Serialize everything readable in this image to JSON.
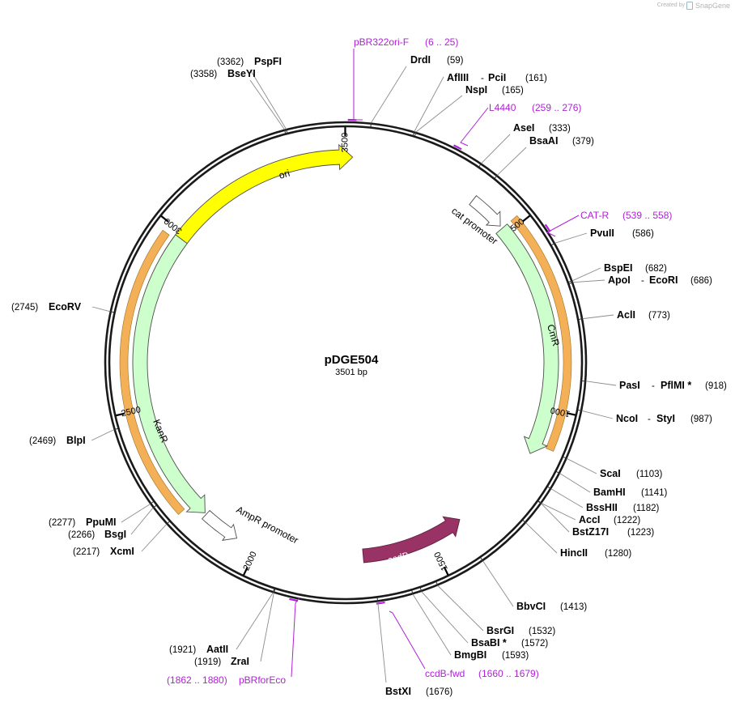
{
  "watermark": {
    "created_by": "Created by",
    "brand": "SnapGene"
  },
  "map": {
    "title": "pDGE504",
    "subtitle": "3501 bp",
    "total_bp": 3501,
    "colors": {
      "ring": "#1a1a1a",
      "primer": "#b021d8",
      "cds_green": "#ccffcc",
      "ori_yellow": "#ffff00",
      "ccdb_purple": "#993366",
      "highlight_orange": "#f2a33a",
      "promoter_white": "#ffffff"
    }
  },
  "ticks": [
    {
      "label": "500",
      "pos": 500
    },
    {
      "label": "1000",
      "pos": 1000
    },
    {
      "label": "1500",
      "pos": 1500
    },
    {
      "label": "2000",
      "pos": 2000
    },
    {
      "label": "2500",
      "pos": 2500
    },
    {
      "label": "3000",
      "pos": 3000
    },
    {
      "label": "3500",
      "pos": 3500
    }
  ],
  "features": [
    {
      "name": "ori",
      "type": "rep_origin",
      "start": 2930,
      "end": 3520,
      "strand": 1,
      "color": "#ffff00",
      "label_color": "#000000"
    },
    {
      "name": "cat promoter",
      "type": "promoter",
      "start": 370,
      "end": 472,
      "strand": 1,
      "color": "#ffffff",
      "label_color": "#000000"
    },
    {
      "name": "CmR",
      "type": "CDS",
      "start": 480,
      "end": 1130,
      "strand": 1,
      "color": "#ccffcc",
      "label_color": "#000000"
    },
    {
      "name": "ccdB",
      "type": "CDS",
      "start": 1400,
      "end": 1700,
      "strand": -1,
      "color": "#993366",
      "label_color": "#ffffff"
    },
    {
      "name": "AmpR promoter",
      "type": "promoter",
      "start": 2060,
      "end": 2165,
      "strand": -1,
      "color": "#ffffff",
      "label_color": "#000000"
    },
    {
      "name": "KanR",
      "type": "CDS",
      "start": 2170,
      "end": 2985,
      "strand": -1,
      "color": "#ccffcc",
      "label_color": "#000000"
    }
  ],
  "highlights": [
    {
      "start": 480,
      "end": 1100
    },
    {
      "start": 2215,
      "end": 2975
    }
  ],
  "primers": [
    {
      "name": "pBR322ori-F",
      "range": "(6 .. 25)",
      "pos": 15
    },
    {
      "name": "L4440",
      "range": "(259 .. 276)",
      "pos": 267
    },
    {
      "name": "CAT-R",
      "range": "(539 .. 558)",
      "pos": 548
    },
    {
      "name": "ccdB-fwd",
      "range": "(1660 .. 1679)",
      "pos": 1670
    },
    {
      "name": "pBRforEco",
      "range": "(1862 .. 1880)",
      "pos": 1871
    }
  ],
  "sites": [
    {
      "name": "PspFI",
      "pos": "(3362)",
      "at": 3362
    },
    {
      "name": "BseYI",
      "pos": "(3358)",
      "at": 3358
    },
    {
      "name": "DrdI",
      "pos": "(59)",
      "at": 59
    },
    {
      "name": "AflIII",
      "name2": "PciI",
      "pos": "(161)",
      "at": 161
    },
    {
      "name": "NspI",
      "pos": "(165)",
      "at": 165
    },
    {
      "name": "AseI",
      "pos": "(333)",
      "at": 333
    },
    {
      "name": "BsaAI",
      "pos": "(379)",
      "at": 379
    },
    {
      "name": "PvuII",
      "pos": "(586)",
      "at": 586
    },
    {
      "name": "BspEI",
      "pos": "(682)",
      "at": 682
    },
    {
      "name": "ApoI",
      "name2": "EcoRI",
      "pos": "(686)",
      "at": 686
    },
    {
      "name": "AclI",
      "pos": "(773)",
      "at": 773
    },
    {
      "name": "PasI",
      "name2": "PflMI *",
      "pos": "(918)",
      "at": 918
    },
    {
      "name": "NcoI",
      "name2": "StyI",
      "pos": "(987)",
      "at": 987
    },
    {
      "name": "ScaI",
      "pos": "(1103)",
      "at": 1103
    },
    {
      "name": "BamHI",
      "pos": "(1141)",
      "at": 1141
    },
    {
      "name": "BssHII",
      "pos": "(1182)",
      "at": 1182
    },
    {
      "name": "AccI",
      "pos": "(1222)",
      "at": 1222
    },
    {
      "name": "BstZ17I",
      "pos": "(1223)",
      "at": 1223
    },
    {
      "name": "HincII",
      "pos": "(1280)",
      "at": 1280
    },
    {
      "name": "BbvCI",
      "pos": "(1413)",
      "at": 1413
    },
    {
      "name": "BsrGI",
      "pos": "(1532)",
      "at": 1532
    },
    {
      "name": "BsaBI *",
      "pos": "(1572)",
      "at": 1572
    },
    {
      "name": "BmgBI",
      "pos": "(1593)",
      "at": 1593
    },
    {
      "name": "BstXI",
      "pos": "(1676)",
      "at": 1676
    },
    {
      "name": "ZraI",
      "pos": "(1919)",
      "at": 1919
    },
    {
      "name": "AatII",
      "pos": "(1921)",
      "at": 1921
    },
    {
      "name": "XcmI",
      "pos": "(2217)",
      "at": 2217
    },
    {
      "name": "BsgI",
      "pos": "(2266)",
      "at": 2266
    },
    {
      "name": "PpuMI",
      "pos": "(2277)",
      "at": 2277
    },
    {
      "name": "BlpI",
      "pos": "(2469)",
      "at": 2469
    },
    {
      "name": "EcoRV",
      "pos": "(2745)",
      "at": 2745
    }
  ]
}
